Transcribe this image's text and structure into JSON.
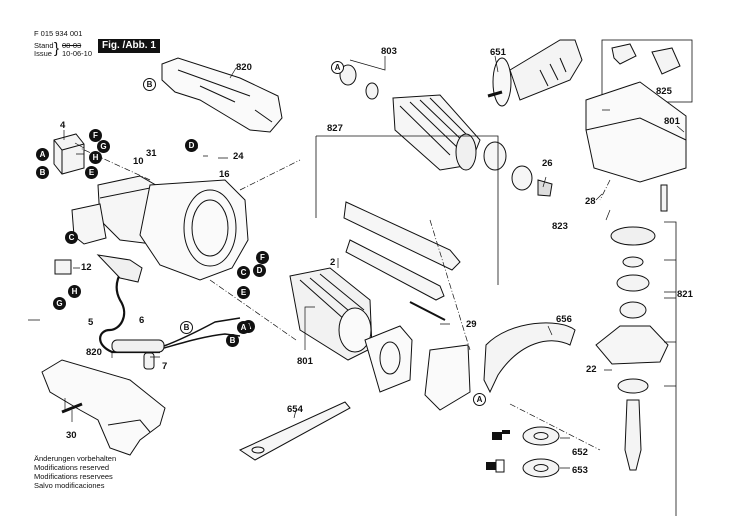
{
  "header": {
    "doc_number": "F 015 934 001",
    "stand_label": "Stand",
    "stand_value": "08-03",
    "issue_label": "Issue",
    "issue_value": "10-06-10",
    "figure_title": "Fig. /Abb. 1"
  },
  "notes": [
    "Änderungen vorbehalten",
    "Modifications reserved",
    "Modifications reservees",
    "Salvo modificaciones"
  ],
  "part_labels": {
    "p4": "4",
    "p820_top": "820",
    "p31": "31",
    "p10": "10",
    "p24": "24",
    "p16": "16",
    "p12": "12",
    "p5": "5",
    "p6": "6",
    "p7": "7",
    "p820_bottom": "820",
    "p30": "30",
    "p803": "803",
    "p651": "651",
    "p825": "825",
    "p801_right": "801",
    "p827": "827",
    "p26": "26",
    "p28": "28",
    "p823": "823",
    "p2": "2",
    "p821": "821",
    "p29": "29",
    "p656": "656",
    "p801_bottom": "801",
    "p22": "22",
    "p654": "654",
    "p652": "652",
    "p653": "653"
  },
  "connector_markers": {
    "A": "A",
    "B": "B",
    "C": "C",
    "D": "D",
    "E": "E",
    "F": "F",
    "G": "G",
    "H": "H"
  },
  "icons": {
    "mounted_flange": "flange-mounted-icon",
    "clamping_nut": "clamping-nut-icon"
  }
}
